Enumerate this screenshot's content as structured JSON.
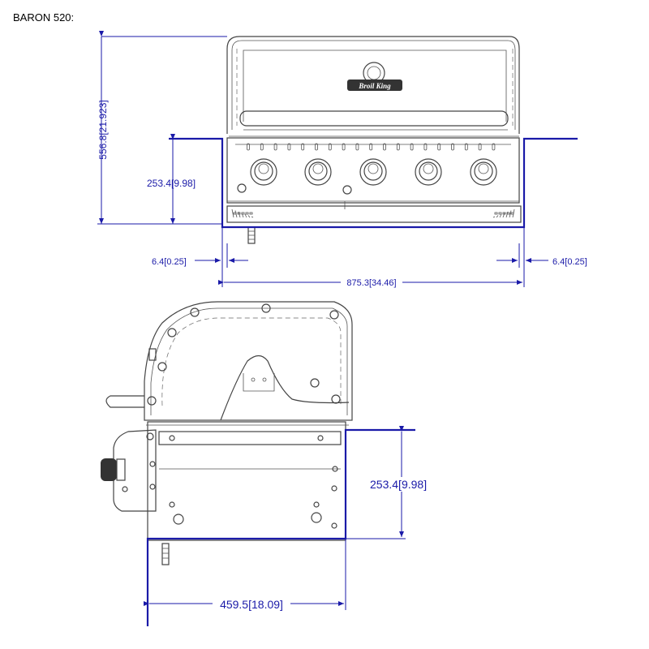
{
  "title": "BARON 520:",
  "logo_text": "Broil King",
  "front_view": {
    "overall_height": "556.8",
    "overall_height_in": "21.923",
    "cutout_height": "253.4",
    "cutout_height_in": "9.98",
    "left_gap": "6.4",
    "left_gap_in": "0.25",
    "right_gap": "6.4",
    "right_gap_in": "0.25",
    "cutout_width": "875.3",
    "cutout_width_in": "34.46"
  },
  "side_view": {
    "cutout_height": "253.4",
    "cutout_height_in": "9.98",
    "cutout_depth": "459.5",
    "cutout_depth_in": "18.09"
  },
  "colors": {
    "dimension": "#1a1aa8",
    "outline": "#444444"
  }
}
